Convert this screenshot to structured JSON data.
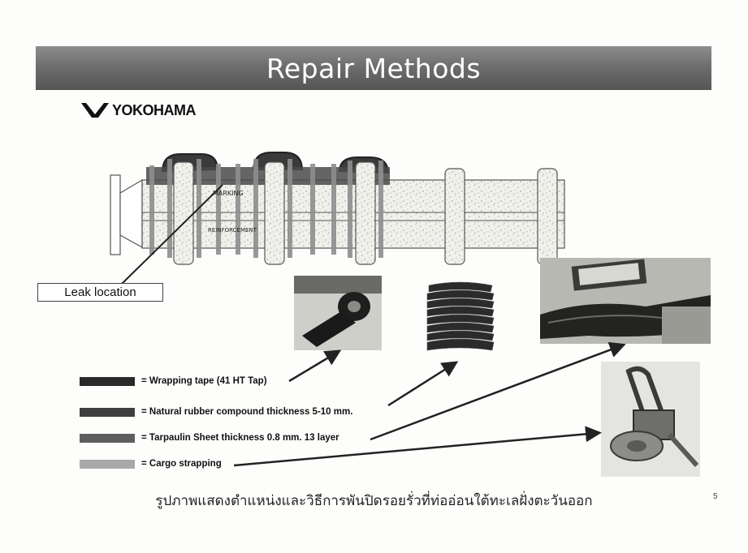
{
  "slide": {
    "title": "Repair Methods",
    "logo_text": "YOKOHAMA",
    "leak_label": "Leak location",
    "hose_markings": [
      "MARKING",
      "REINFORCEMENT"
    ],
    "legend": [
      {
        "text": "= Wrapping tape (41 HT Tap)",
        "color": "#2a2a2a"
      },
      {
        "text": "= Natural rubber compound  thickness 5-10 mm.",
        "color": "#3f3f3f"
      },
      {
        "text": "= Tarpaulin Sheet thickness 0.8 mm. 13 layer",
        "color": "#5e5e5e"
      },
      {
        "text": "= Cargo strapping",
        "color": "#a9a9a9"
      }
    ],
    "photos": [
      "tape-roll-photo",
      "rubber-sheets-photo",
      "tarpaulin-photo",
      "ratchet-strap-photo"
    ],
    "caption": "รูปภาพแสดงตำแหน่งและวิธีการพันปิดรอยรั่วที่ท่ออ่อนใต้ทะเลฝั่งตะวันออก",
    "page_number": "5"
  }
}
